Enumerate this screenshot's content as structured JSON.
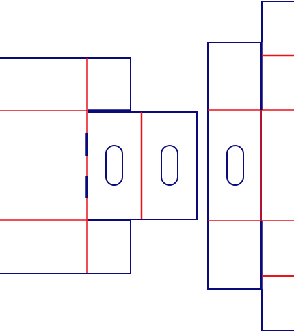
{
  "diagram": {
    "type": "packaging-dieline",
    "colors": {
      "cut_line": "#0a0a7a",
      "fold_line": "#e8141a",
      "background": "#ffffff"
    },
    "panels": [
      {
        "name": "left-top-flap"
      },
      {
        "name": "left-side-panel"
      },
      {
        "name": "left-bottom-flap"
      },
      {
        "name": "left-end-panel"
      },
      {
        "name": "center-end-panel"
      },
      {
        "name": "right-end-panel"
      },
      {
        "name": "far-right-panel"
      }
    ],
    "handle_slots": 3
  }
}
